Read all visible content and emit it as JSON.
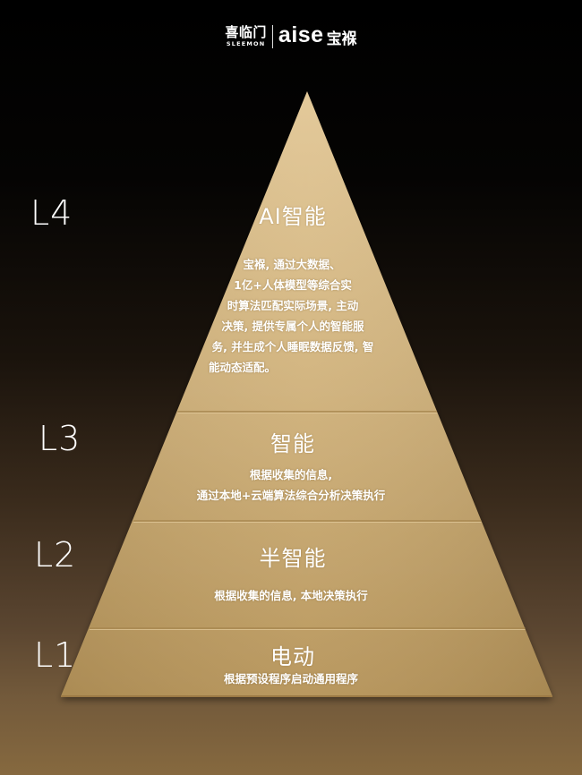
{
  "header": {
    "brand_primary_cn": "喜临门",
    "brand_primary_en": "SLEEMON",
    "brand_secondary_en": "aise",
    "brand_secondary_cn": "宝褓"
  },
  "colors": {
    "pyramid_fill_top": "#dcc08c",
    "pyramid_fill_bottom": "#b8955b",
    "divider": "#a88750",
    "background_top": "#000000",
    "background_bottom": "#86693f",
    "text": "#ffffff"
  },
  "levels": [
    {
      "label": "L4",
      "title": "AI智能",
      "description_lines": [
        "宝褓, 通过大数据、",
        "1亿+人体模型等综合实",
        "时算法匹配实际场景, 主动",
        "决策, 提供专属个人的智能服",
        "务, 并生成个人睡眠数据反馈, 智",
        "能动态适配。"
      ]
    },
    {
      "label": "L3",
      "title": "智能",
      "description_lines": [
        "根据收集的信息,",
        "通过本地+云端算法综合分析决策执行"
      ]
    },
    {
      "label": "L2",
      "title": "半智能",
      "description_lines": [
        "根据收集的信息, 本地决策执行"
      ]
    },
    {
      "label": "L1",
      "title": "电动",
      "description_lines": [
        "根据预设程序启动通用程序"
      ]
    }
  ]
}
